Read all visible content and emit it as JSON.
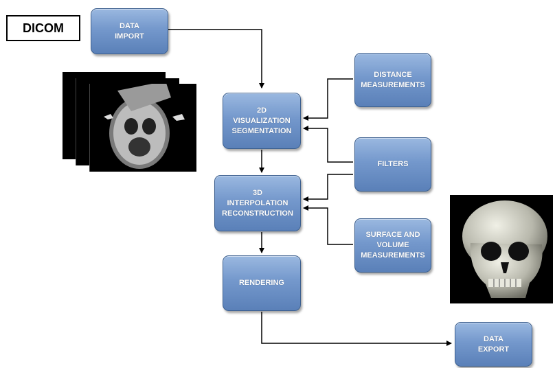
{
  "diagram": {
    "dicom_label": "DICOM",
    "nodes": {
      "data_import": [
        "DATA",
        "IMPORT"
      ],
      "visualization": [
        "2D",
        "VISUALIZATION",
        "SEGMENTATION"
      ],
      "reconstruction": [
        "3D",
        "INTERPOLATION",
        "RECONSTRUCTION"
      ],
      "rendering": [
        "RENDERING"
      ],
      "distance": [
        "DISTANCE",
        "MEASUREMENTS"
      ],
      "filters": [
        "FILTERS"
      ],
      "surface": [
        "SURFACE AND",
        "VOLUME",
        "MEASUREMENTS"
      ],
      "data_export": [
        "DATA",
        "EXPORT"
      ]
    },
    "images": {
      "ct_stack": "ct-scan-slices-image",
      "skull": "3d-skull-rendering-image"
    },
    "colors": {
      "node_fill": "#7498cc",
      "node_border": "#3c5f8e",
      "connector": "#000000"
    }
  }
}
